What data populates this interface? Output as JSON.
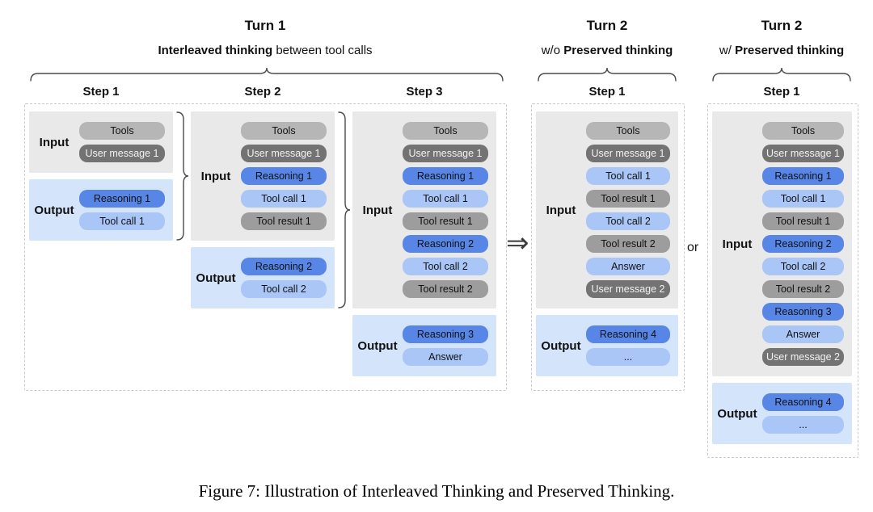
{
  "caption": "Figure 7: Illustration of Interleaved Thinking and Preserved Thinking.",
  "connectors": {
    "arrow": "⇒",
    "or": "or"
  },
  "labels": {
    "input": "Input",
    "output": "Output"
  },
  "colors": {
    "input_bg": "#e9e9e9",
    "output_bg": "#d4e4fa",
    "pill_tools": "#b6b6b6",
    "pill_user_message": "#737373",
    "pill_tool_result": "#9d9d9d",
    "pill_reasoning": "#5886e6",
    "pill_tool_call": "#a9c6f7"
  },
  "turns": [
    {
      "title": "Turn 1",
      "subtitle": {
        "pre": "",
        "bold": "Interleaved thinking",
        "post": " between tool calls"
      },
      "steps": [
        {
          "label": "Step 1",
          "input": [
            {
              "text": "Tools",
              "type": "tools"
            },
            {
              "text": "User message 1",
              "type": "user"
            }
          ],
          "output": [
            {
              "text": "Reasoning 1",
              "type": "reasoning"
            },
            {
              "text": "Tool call 1",
              "type": "toolcall"
            }
          ]
        },
        {
          "label": "Step 2",
          "input": [
            {
              "text": "Tools",
              "type": "tools"
            },
            {
              "text": "User message 1",
              "type": "user"
            },
            {
              "text": "Reasoning 1",
              "type": "reasoning"
            },
            {
              "text": "Tool call 1",
              "type": "toolcall"
            },
            {
              "text": "Tool result 1",
              "type": "result"
            }
          ],
          "output": [
            {
              "text": "Reasoning 2",
              "type": "reasoning"
            },
            {
              "text": "Tool call 2",
              "type": "toolcall"
            }
          ]
        },
        {
          "label": "Step 3",
          "input": [
            {
              "text": "Tools",
              "type": "tools"
            },
            {
              "text": "User message 1",
              "type": "user"
            },
            {
              "text": "Reasoning 1",
              "type": "reasoning"
            },
            {
              "text": "Tool call 1",
              "type": "toolcall"
            },
            {
              "text": "Tool result 1",
              "type": "result"
            },
            {
              "text": "Reasoning 2",
              "type": "reasoning"
            },
            {
              "text": "Tool call 2",
              "type": "toolcall"
            },
            {
              "text": "Tool result 2",
              "type": "result"
            }
          ],
          "output": [
            {
              "text": "Reasoning 3",
              "type": "reasoning"
            },
            {
              "text": "Answer",
              "type": "answer"
            }
          ]
        }
      ]
    },
    {
      "title": "Turn 2",
      "subtitle": {
        "pre": "w/o ",
        "bold": "Preserved thinking",
        "post": ""
      },
      "steps": [
        {
          "label": "Step 1",
          "input": [
            {
              "text": "Tools",
              "type": "tools"
            },
            {
              "text": "User message 1",
              "type": "user"
            },
            {
              "text": "Tool call 1",
              "type": "toolcall"
            },
            {
              "text": "Tool result 1",
              "type": "result"
            },
            {
              "text": "Tool call 2",
              "type": "toolcall"
            },
            {
              "text": "Tool result 2",
              "type": "result"
            },
            {
              "text": "Answer",
              "type": "answer"
            },
            {
              "text": "User message 2",
              "type": "user"
            }
          ],
          "output": [
            {
              "text": "Reasoning 4",
              "type": "reasoning"
            },
            {
              "text": "...",
              "type": "dots"
            }
          ]
        }
      ]
    },
    {
      "title": "Turn 2",
      "subtitle": {
        "pre": "w/ ",
        "bold": "Preserved thinking",
        "post": ""
      },
      "steps": [
        {
          "label": "Step 1",
          "input": [
            {
              "text": "Tools",
              "type": "tools"
            },
            {
              "text": "User message 1",
              "type": "user"
            },
            {
              "text": "Reasoning 1",
              "type": "reasoning"
            },
            {
              "text": "Tool call 1",
              "type": "toolcall"
            },
            {
              "text": "Tool result 1",
              "type": "result"
            },
            {
              "text": "Reasoning 2",
              "type": "reasoning"
            },
            {
              "text": "Tool call 2",
              "type": "toolcall"
            },
            {
              "text": "Tool result 2",
              "type": "result"
            },
            {
              "text": "Reasoning 3",
              "type": "reasoning"
            },
            {
              "text": "Answer",
              "type": "answer"
            },
            {
              "text": "User message 2",
              "type": "user"
            }
          ],
          "output": [
            {
              "text": "Reasoning 4",
              "type": "reasoning"
            },
            {
              "text": "...",
              "type": "dots"
            }
          ]
        }
      ]
    }
  ]
}
